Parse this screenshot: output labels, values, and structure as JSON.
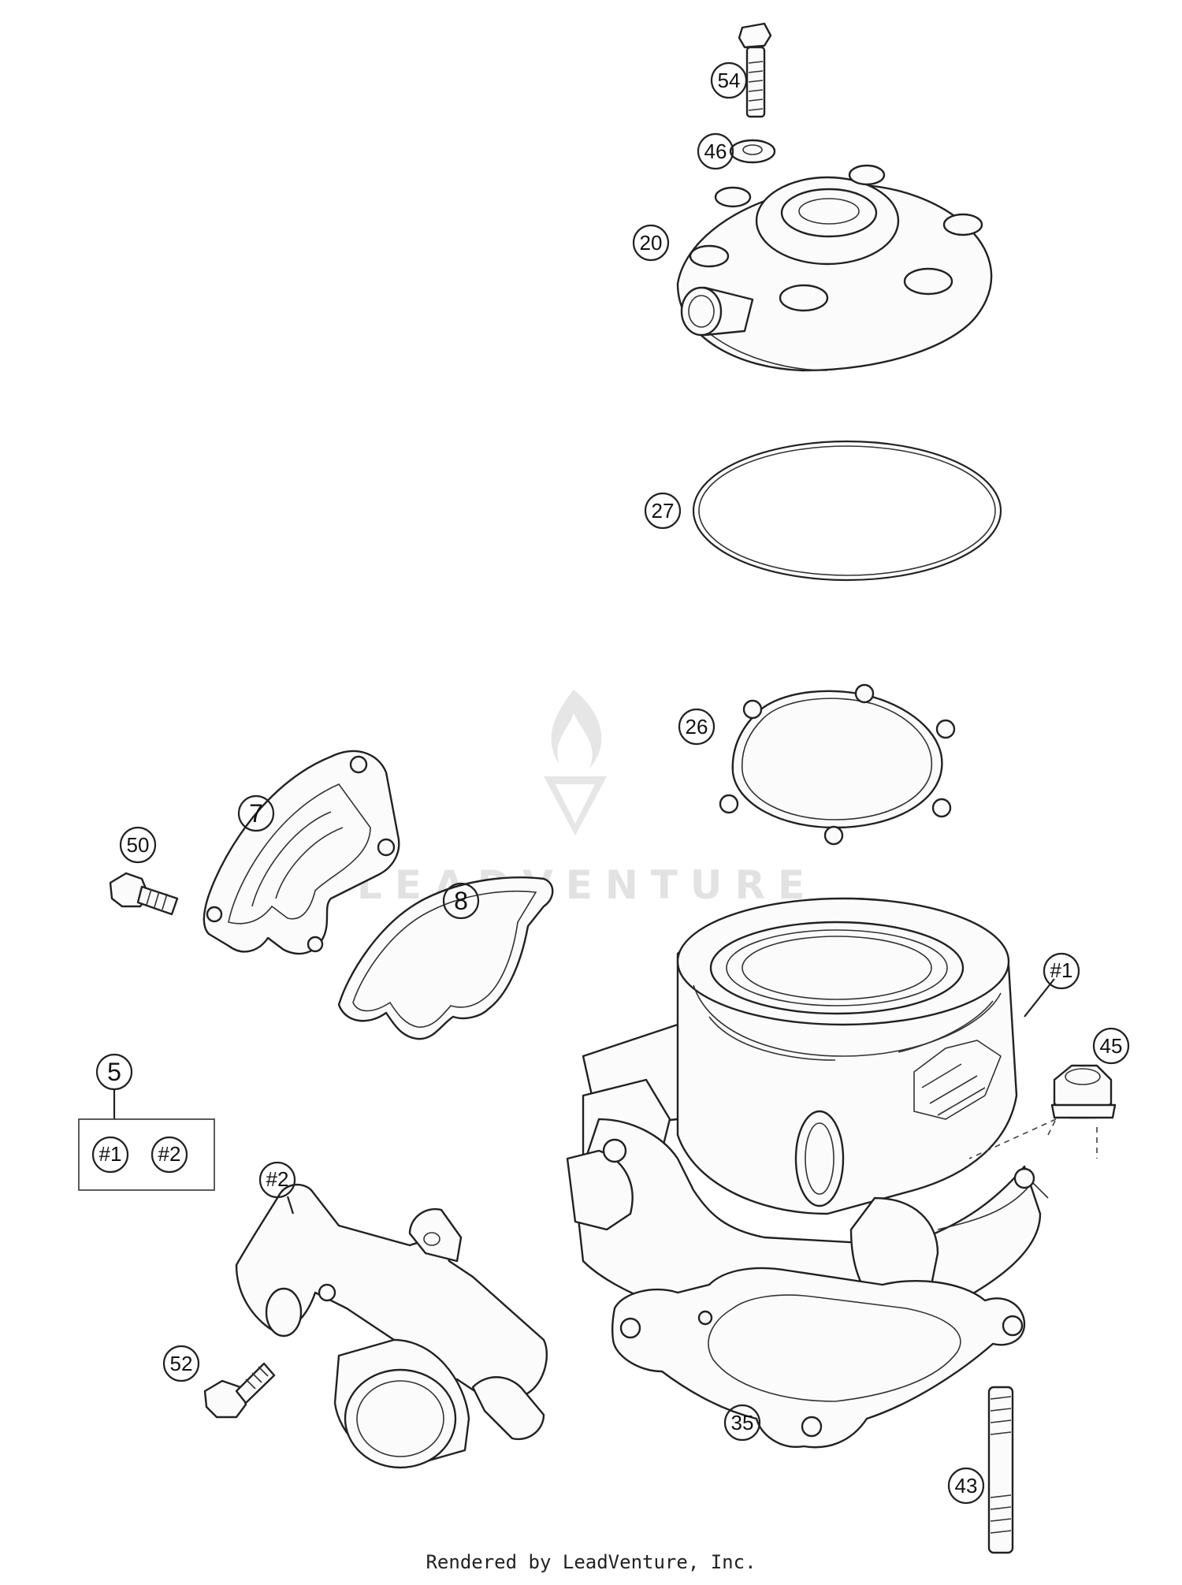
{
  "watermark": {
    "text": "LEADVENTURE"
  },
  "callouts": [
    {
      "id": "54",
      "label": "54"
    },
    {
      "id": "46",
      "label": "46"
    },
    {
      "id": "20",
      "label": "20"
    },
    {
      "id": "27",
      "label": "27"
    },
    {
      "id": "26",
      "label": "26"
    },
    {
      "id": "7",
      "label": "7"
    },
    {
      "id": "50",
      "label": "50"
    },
    {
      "id": "8",
      "label": "8"
    },
    {
      "id": "h1",
      "label": "#1"
    },
    {
      "id": "45",
      "label": "45"
    },
    {
      "id": "5",
      "label": "5"
    },
    {
      "id": "k1",
      "label": "#1"
    },
    {
      "id": "k2",
      "label": "#2"
    },
    {
      "id": "h2",
      "label": "#2"
    },
    {
      "id": "52",
      "label": "52"
    },
    {
      "id": "35",
      "label": "35"
    },
    {
      "id": "43",
      "label": "43"
    }
  ],
  "footer": {
    "text": "Rendered by LeadVenture, Inc."
  }
}
